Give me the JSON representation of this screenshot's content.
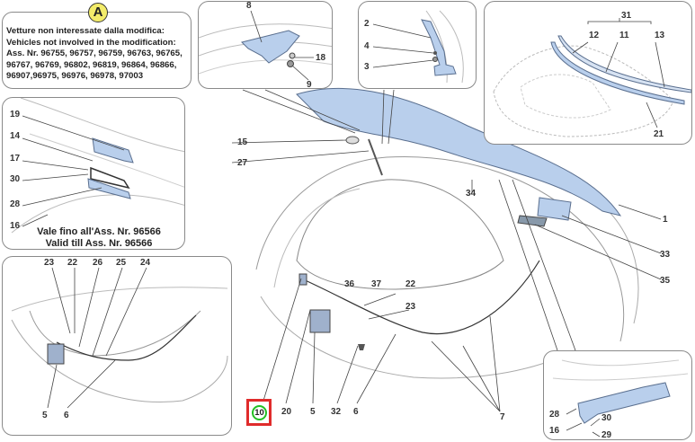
{
  "diagram": {
    "title_badge": "A",
    "note_lines": [
      "Vetture non interessate dalla modifica:",
      "Vehicles not involved in the modification:",
      "Ass. Nr. 96755, 96757, 96759, 96763, 96765,",
      "96767, 96769, 96802, 96819, 96864, 96866,",
      "96907,96975, 96976, 96978, 97003"
    ],
    "validity_lines": [
      "Vale fino all'Ass. Nr. 96566",
      "Valid till Ass. Nr. 96566"
    ],
    "highlighted_part": "10",
    "colors": {
      "part_fill": "#b9cfec",
      "part_stroke": "#5a6f8f",
      "highlight_box": "#e02b2b",
      "highlight_circle": "#22c022",
      "badge_fill": "#f3ec6a"
    },
    "panels": {
      "latch_detail": {
        "labels": [
          "8",
          "18",
          "9"
        ]
      },
      "hinge_detail": {
        "labels": [
          "2",
          "4",
          "3"
        ]
      },
      "seal_detail": {
        "labels": [
          "31",
          "12",
          "11",
          "13",
          "21"
        ]
      },
      "duct_detail_old": {
        "labels": [
          "19",
          "14",
          "17",
          "30",
          "28",
          "16"
        ]
      },
      "front_view_detail": {
        "labels": [
          "23",
          "22",
          "26",
          "25",
          "24",
          "5",
          "6"
        ]
      },
      "duct_detail_new": {
        "labels": [
          "28",
          "30",
          "16",
          "29"
        ]
      }
    },
    "main_labels": {
      "l15": "15",
      "l27": "27",
      "l34": "34",
      "l1": "1",
      "l33": "33",
      "l35": "35",
      "l36": "36",
      "l37": "37",
      "l22": "22",
      "l23": "23",
      "l20": "20",
      "l5": "5",
      "l32": "32",
      "l6": "6",
      "l7": "7"
    }
  }
}
